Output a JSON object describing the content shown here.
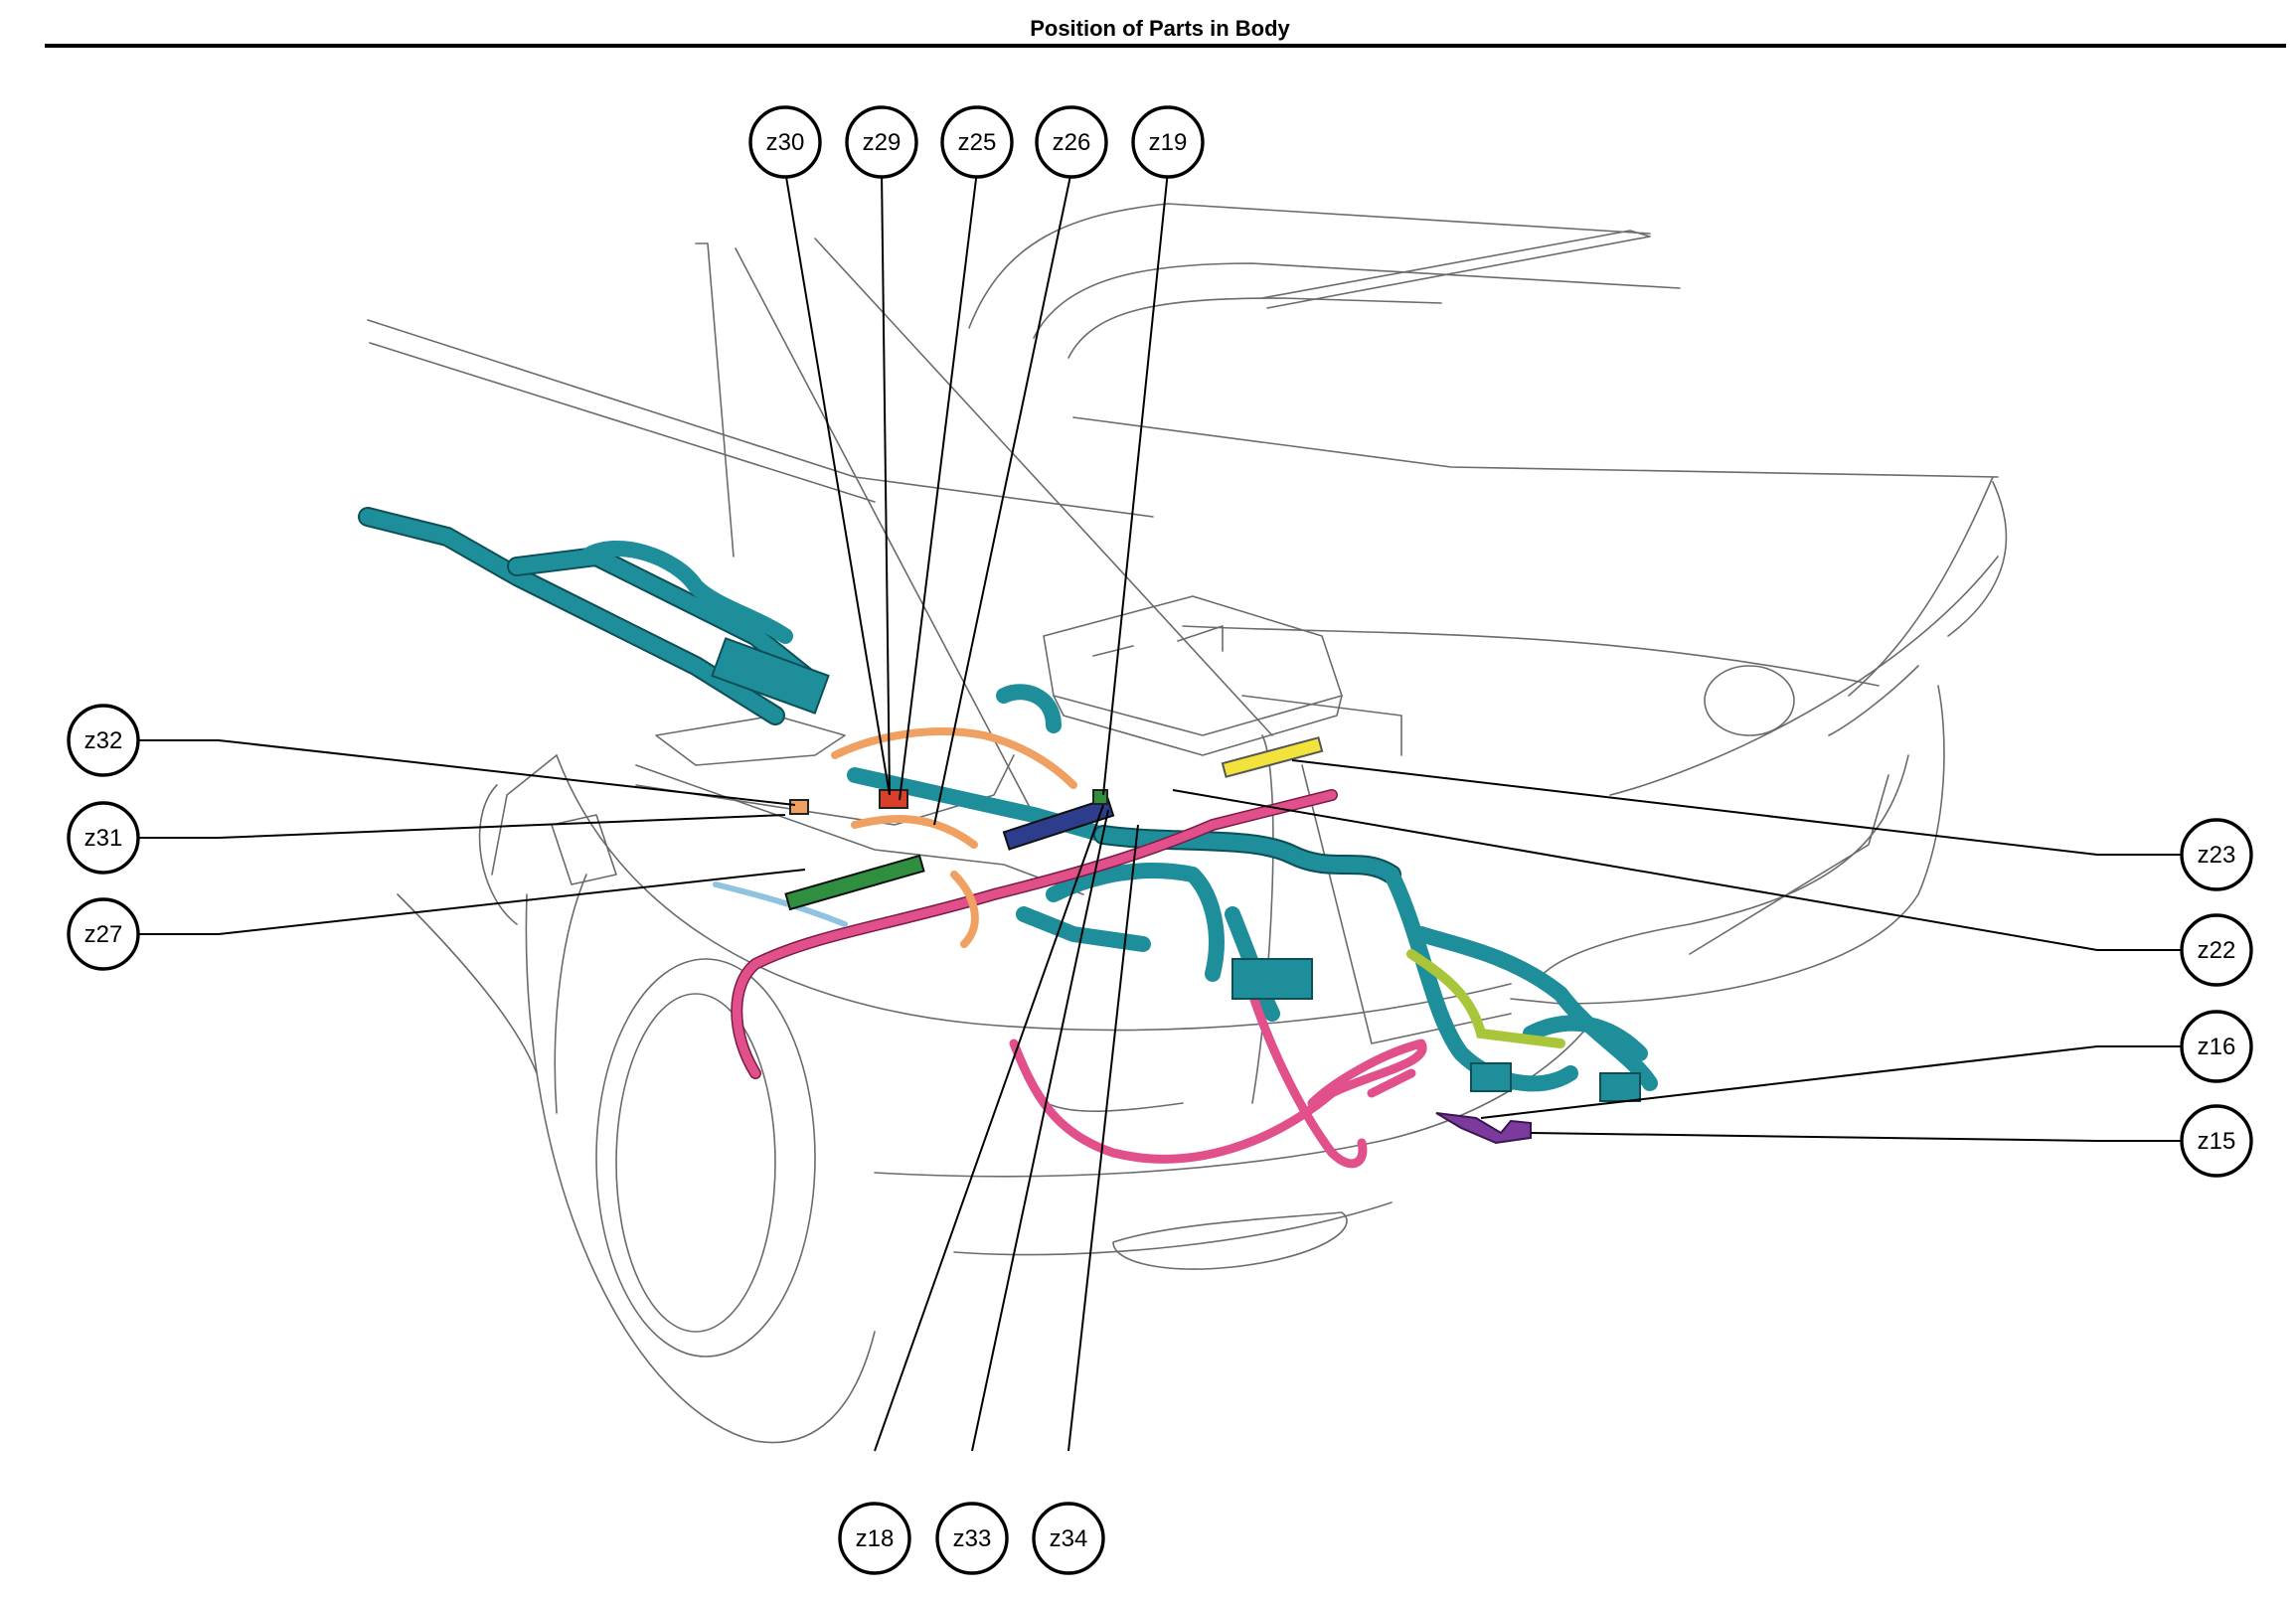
{
  "title": "Position of Parts in Body",
  "callouts": [
    {
      "id": "z30",
      "label": "z30"
    },
    {
      "id": "z29",
      "label": "z29"
    },
    {
      "id": "z25",
      "label": "z25"
    },
    {
      "id": "z26",
      "label": "z26"
    },
    {
      "id": "z19",
      "label": "z19"
    },
    {
      "id": "z32",
      "label": "z32"
    },
    {
      "id": "z31",
      "label": "z31"
    },
    {
      "id": "z27",
      "label": "z27"
    },
    {
      "id": "z23",
      "label": "z23"
    },
    {
      "id": "z22",
      "label": "z22"
    },
    {
      "id": "z16",
      "label": "z16"
    },
    {
      "id": "z15",
      "label": "z15"
    },
    {
      "id": "z18",
      "label": "z18"
    },
    {
      "id": "z33",
      "label": "z33"
    },
    {
      "id": "z34",
      "label": "z34"
    }
  ],
  "colors": {
    "harness_main": "#1e8e9a",
    "harness_pink": "#e2508c",
    "harness_orange": "#f0a060",
    "harness_lime": "#a9c63a",
    "harness_lightblue": "#8fc3e0",
    "connector_yellow": "#f2e23c",
    "connector_purple": "#7b3a9c",
    "connector_navy": "#2d3d8c",
    "connector_green": "#2f8f3f",
    "connector_red": "#d8402a",
    "outline": "#6b6b6b"
  }
}
